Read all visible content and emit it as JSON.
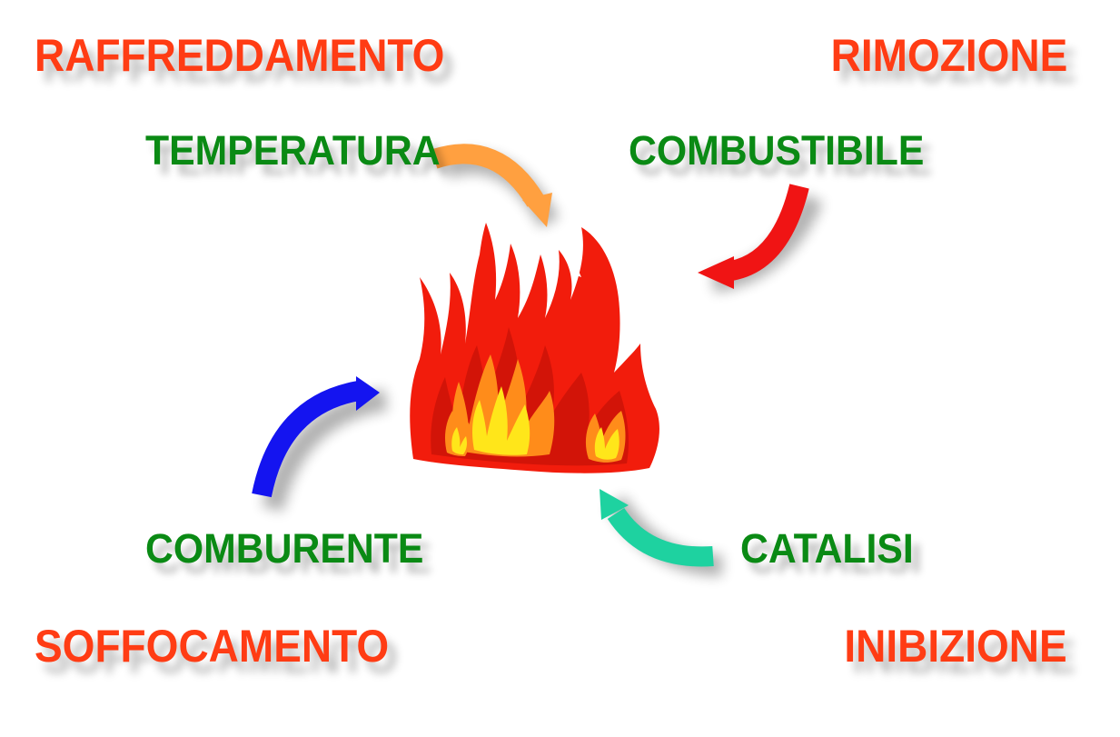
{
  "labels": {
    "raffreddamento": "RAFFREDDAMENTO",
    "rimozione": "RIMOZIONE",
    "soffocamento": "SOFFOCAMENTO",
    "inibizione": "INIBIZIONE",
    "temperatura": "TEMPERATURA",
    "combustibile": "COMBUSTIBILE",
    "comburente": "COMBURENTE",
    "catalisi": "CATALISI"
  },
  "icons": {
    "center": "fire-icon"
  },
  "colors": {
    "action_text": "#ff3c14",
    "element_text": "#0a8a14",
    "arrow_temperatura": "#ffa040",
    "arrow_combustibile": "#f01414",
    "arrow_comburente": "#1414f0",
    "arrow_catalisi": "#1ed2a0",
    "flame_outer": "#f21c0c",
    "flame_mid": "#ff8c1a",
    "flame_inner": "#ffe61a"
  }
}
